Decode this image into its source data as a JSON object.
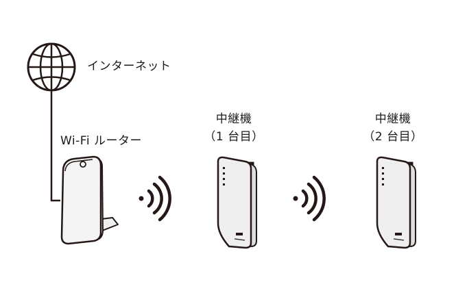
{
  "diagram": {
    "internet_label": "インターネット",
    "router_label": "Wi-Fi ルーター",
    "repeater1": {
      "name": "中継機",
      "order": "（1 台目）"
    },
    "repeater2": {
      "name": "中継機",
      "order": "（2 台目）"
    }
  },
  "colors": {
    "stroke": "#231815",
    "device_fill": "#efefef",
    "background": "#ffffff"
  },
  "icons": {
    "globe": "globe-icon",
    "router": "wifi-router-icon",
    "signal": "wifi-signal-icon",
    "repeater": "wifi-repeater-icon"
  }
}
